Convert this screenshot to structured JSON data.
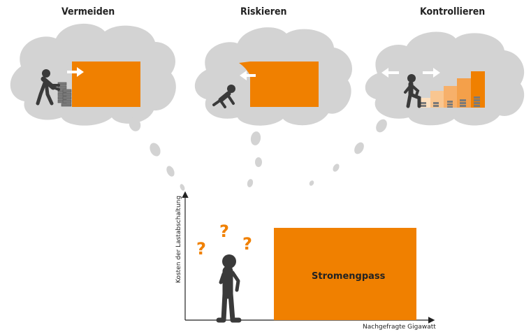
{
  "scenarios": [
    {
      "title": "Vermeiden"
    },
    {
      "title": "Riskieren"
    },
    {
      "title": "Kontrollieren"
    }
  ],
  "chart": {
    "ylabel": "Kosten der Lastabschaltung",
    "xlabel": "Nachgefragte Gigawatt",
    "box_label": "Stromengpass",
    "question_mark": "?"
  },
  "colors": {
    "accent": "#f08000",
    "accent_light": "#f9c690",
    "accent_mid": "#f4a04a",
    "cloud": "#d3d3d3",
    "figure": "#3a3a3a",
    "coins": "#7a7a7a"
  }
}
